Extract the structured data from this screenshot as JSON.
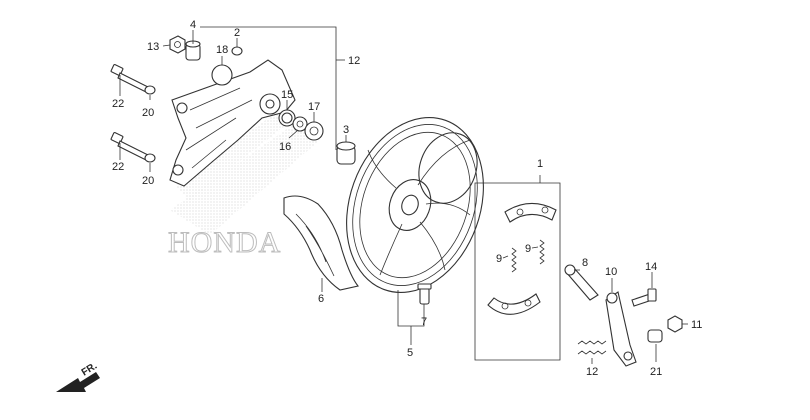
{
  "watermark": {
    "text": "HONDA"
  },
  "direction_marker": {
    "text": "FR."
  },
  "callouts": [
    {
      "id": "c1",
      "label": "1"
    },
    {
      "id": "c2",
      "label": "2"
    },
    {
      "id": "c3",
      "label": "3"
    },
    {
      "id": "c4",
      "label": "4"
    },
    {
      "id": "c5",
      "label": "5"
    },
    {
      "id": "c6",
      "label": "6"
    },
    {
      "id": "c7",
      "label": "7"
    },
    {
      "id": "c8",
      "label": "8"
    },
    {
      "id": "c9a",
      "label": "9"
    },
    {
      "id": "c9b",
      "label": "9"
    },
    {
      "id": "c10",
      "label": "10"
    },
    {
      "id": "c11",
      "label": "11"
    },
    {
      "id": "c12",
      "label": "12"
    },
    {
      "id": "c13",
      "label": "13"
    },
    {
      "id": "c14",
      "label": "14"
    },
    {
      "id": "c15",
      "label": "15"
    },
    {
      "id": "c16",
      "label": "16"
    },
    {
      "id": "c17",
      "label": "17"
    },
    {
      "id": "c18",
      "label": "18"
    },
    {
      "id": "c19",
      "label": "19"
    },
    {
      "id": "c20a",
      "label": "20"
    },
    {
      "id": "c20b",
      "label": "20"
    },
    {
      "id": "c21",
      "label": "21"
    },
    {
      "id": "c22a",
      "label": "22"
    },
    {
      "id": "c22b",
      "label": "22"
    }
  ]
}
